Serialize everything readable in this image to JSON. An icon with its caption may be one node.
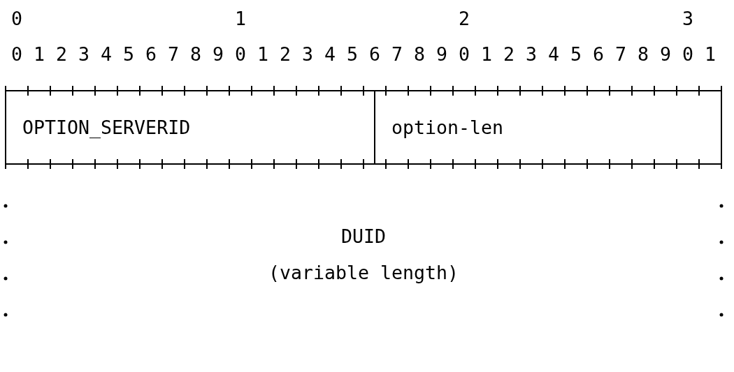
{
  "diagram": {
    "nodes": [
      {
        "text": [
          "OPTION_SERVERID"
        ]
      },
      {
        "text": [
          "option-len"
        ]
      },
      {
        "text": [
          "DUID",
          "(variable length)"
        ]
      }
    ],
    "labels": [
      "0",
      "1",
      "2",
      "3",
      "0",
      "1",
      "2",
      "3",
      "4",
      "5",
      "6",
      "7",
      "8",
      "9",
      "0",
      "1",
      "2",
      "3",
      "4",
      "5",
      "6",
      "7",
      "8",
      "9",
      "0",
      "1",
      "2",
      "3",
      "4",
      "5",
      "6",
      "7",
      "8",
      "9",
      "0",
      "1"
    ]
  }
}
